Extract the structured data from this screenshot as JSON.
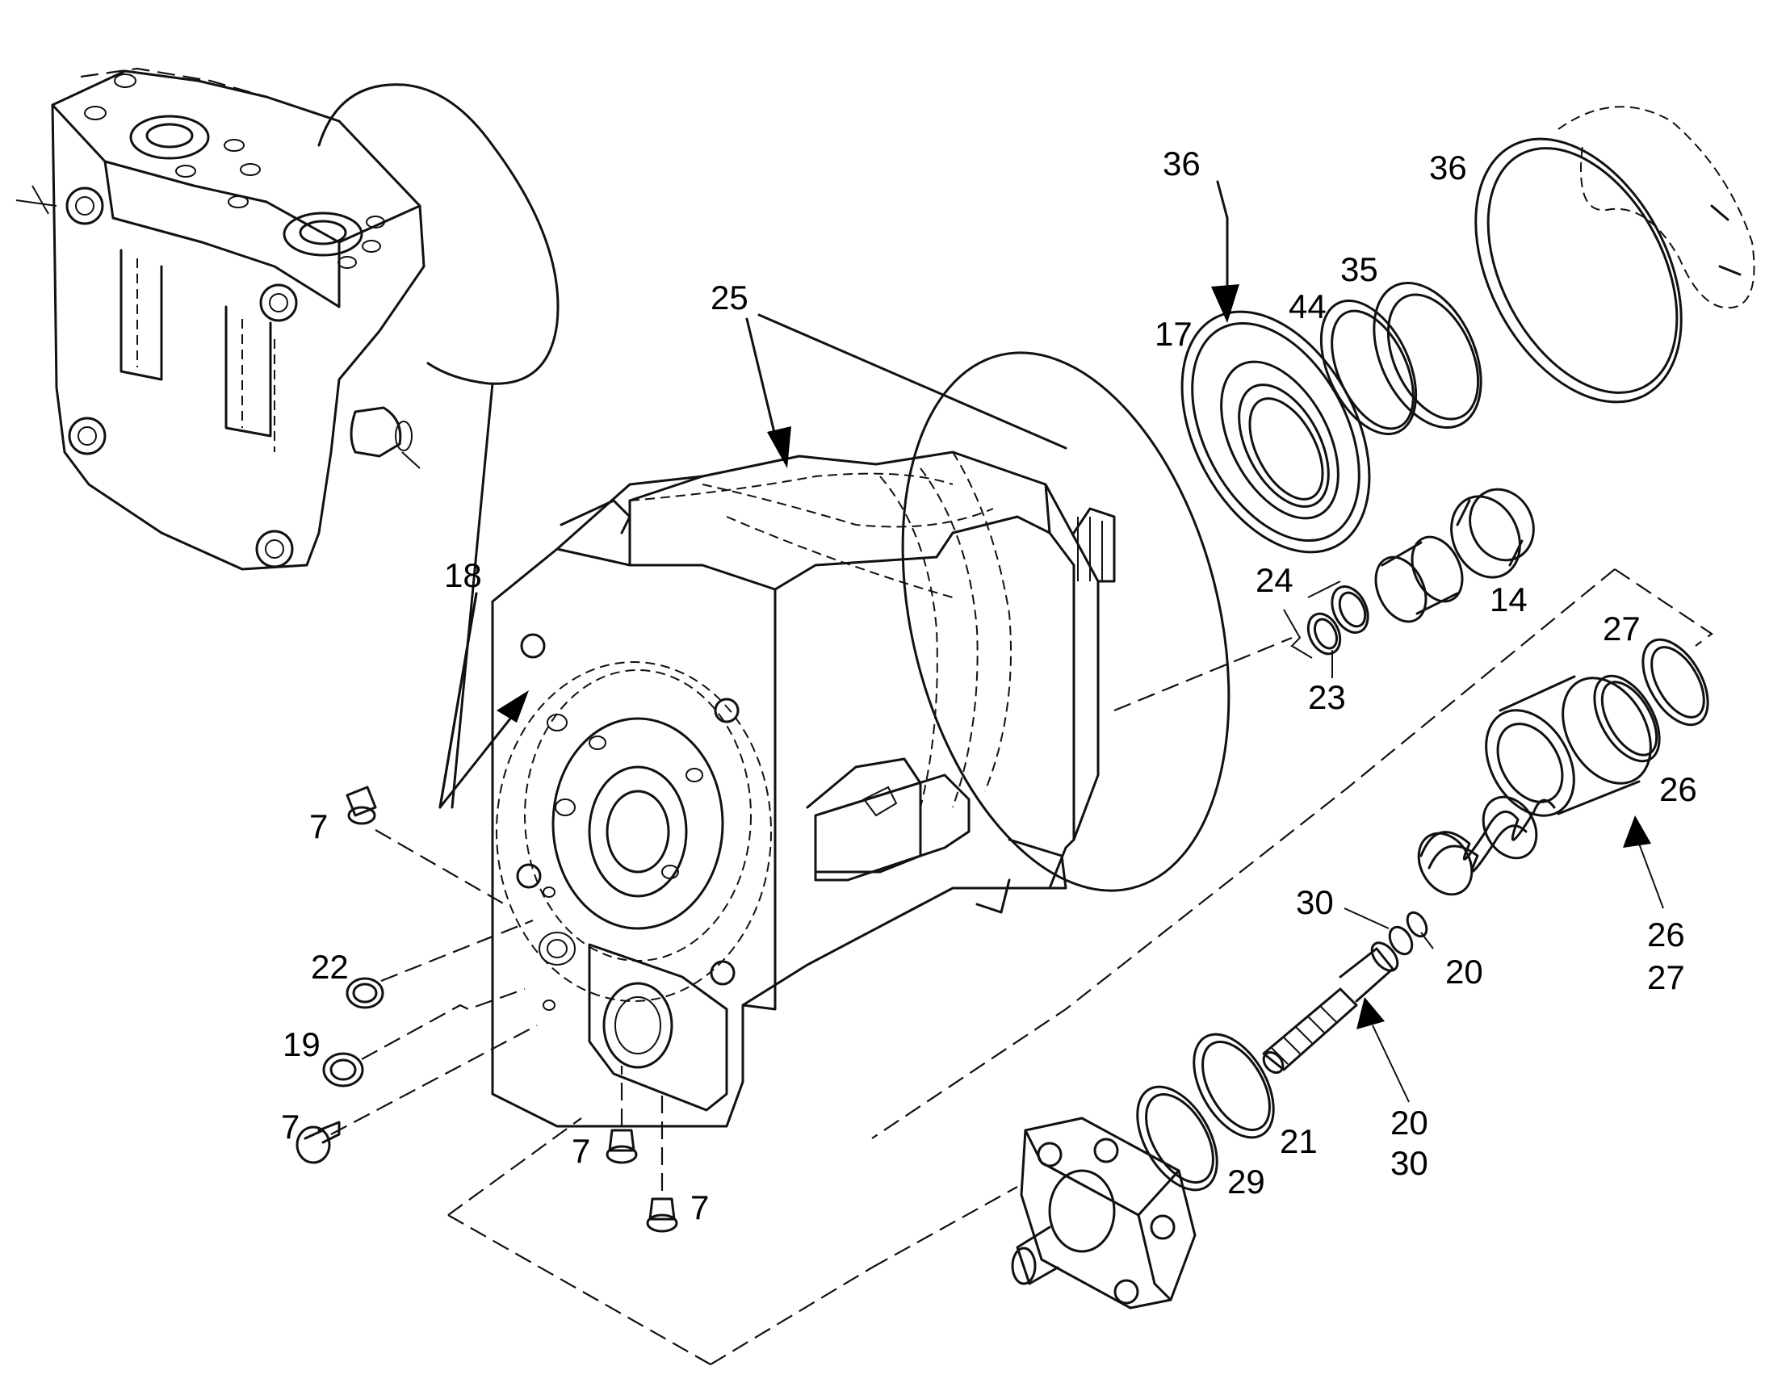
{
  "callouts": [
    {
      "id": "c36a",
      "text": "36"
    },
    {
      "id": "c36b",
      "text": "36"
    },
    {
      "id": "c35",
      "text": "35"
    },
    {
      "id": "c44",
      "text": "44"
    },
    {
      "id": "c17",
      "text": "17"
    },
    {
      "id": "c25",
      "text": "25"
    },
    {
      "id": "c18",
      "text": "18"
    },
    {
      "id": "c24",
      "text": "24"
    },
    {
      "id": "c14",
      "text": "14"
    },
    {
      "id": "c23",
      "text": "23"
    },
    {
      "id": "c27a",
      "text": "27"
    },
    {
      "id": "c26a",
      "text": "26"
    },
    {
      "id": "c26b",
      "text": "26"
    },
    {
      "id": "c27b",
      "text": "27"
    },
    {
      "id": "c7a",
      "text": "7"
    },
    {
      "id": "c22",
      "text": "22"
    },
    {
      "id": "c19",
      "text": "19"
    },
    {
      "id": "c7b",
      "text": "7"
    },
    {
      "id": "c7c",
      "text": "7"
    },
    {
      "id": "c7d",
      "text": "7"
    },
    {
      "id": "c30a",
      "text": "30"
    },
    {
      "id": "c20a",
      "text": "20"
    },
    {
      "id": "c21",
      "text": "21"
    },
    {
      "id": "c29",
      "text": "29"
    },
    {
      "id": "c20b",
      "text": "20"
    },
    {
      "id": "c30b",
      "text": "30"
    }
  ]
}
